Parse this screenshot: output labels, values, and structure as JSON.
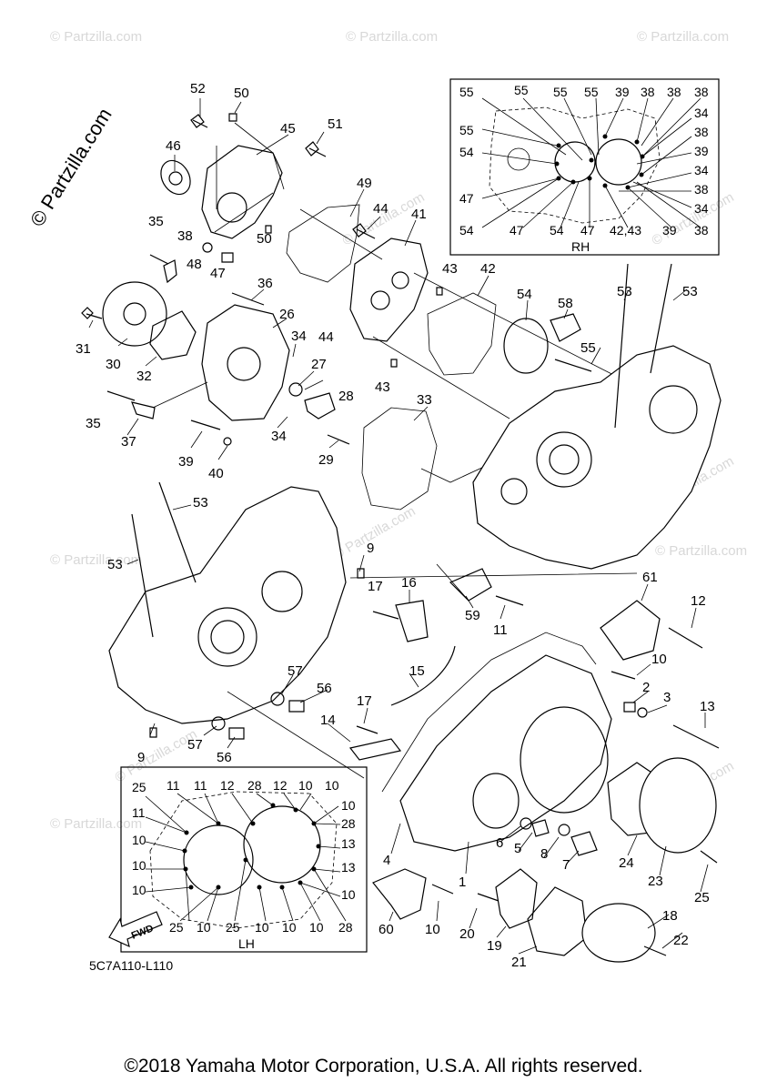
{
  "diagram": {
    "watermarks": [
      "© Partzilla.com",
      "© Partzilla.com",
      "© Partzilla.com",
      "© Partzilla.com",
      "© Partzilla.com",
      "© Partzilla.com",
      "© Partzilla.com",
      "© Partzilla.com",
      "© Partzilla.com",
      "© Partzilla.com",
      "© Partzilla.com",
      "© Partzilla.com"
    ],
    "side_watermark": "© Partzilla.com",
    "inset_rh": {
      "title": "RH",
      "labels": [
        "55",
        "55",
        "55",
        "55",
        "39",
        "38",
        "38",
        "38",
        "55",
        "34",
        "54",
        "38",
        "39",
        "34",
        "47",
        "38",
        "54",
        "47",
        "54",
        "47",
        "42,43",
        "39",
        "38",
        "34"
      ]
    },
    "inset_lh": {
      "title": "LH",
      "fwd": "FWD",
      "labels": [
        "25",
        "11",
        "11",
        "12",
        "28",
        "12",
        "10",
        "10",
        "10",
        "11",
        "28",
        "10",
        "13",
        "10",
        "13",
        "10",
        "10",
        "25",
        "10",
        "25",
        "10",
        "10",
        "10",
        "28"
      ]
    },
    "part_labels": [
      "52",
      "50",
      "45",
      "51",
      "46",
      "35",
      "38",
      "48",
      "47",
      "50",
      "49",
      "44",
      "41",
      "43",
      "42",
      "36",
      "26",
      "31",
      "30",
      "32",
      "34",
      "44",
      "27",
      "54",
      "58",
      "53",
      "53",
      "55",
      "43",
      "33",
      "28",
      "35",
      "37",
      "34",
      "29",
      "39",
      "40",
      "53",
      "53",
      "9",
      "17",
      "16",
      "59",
      "11",
      "61",
      "12",
      "15",
      "10",
      "2",
      "3",
      "13",
      "57",
      "56",
      "17",
      "14",
      "57",
      "56",
      "9",
      "4",
      "6",
      "5",
      "8",
      "7",
      "24",
      "23",
      "25",
      "1",
      "60",
      "10",
      "20",
      "19",
      "21",
      "18",
      "22"
    ],
    "diagram_code": "5C7A110-L110"
  },
  "footer": {
    "copyright": "©2018 Yamaha Motor Corporation, U.S.A. All rights reserved."
  }
}
